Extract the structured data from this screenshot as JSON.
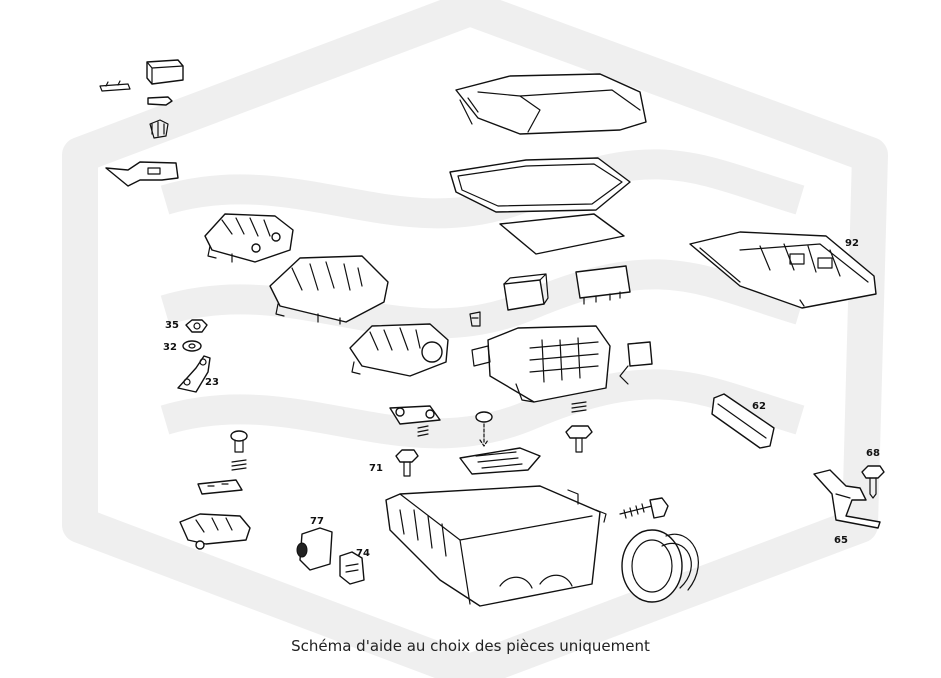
{
  "caption": "Schéma d'aide au choix des pièces uniquement",
  "watermark": {
    "color": "#efefef"
  },
  "labels": {
    "l92": "92",
    "l35": "35",
    "l32": "32",
    "l23": "23",
    "l62": "62",
    "l68": "68",
    "l71": "71",
    "l65": "65",
    "l77": "77",
    "l74": "74"
  }
}
